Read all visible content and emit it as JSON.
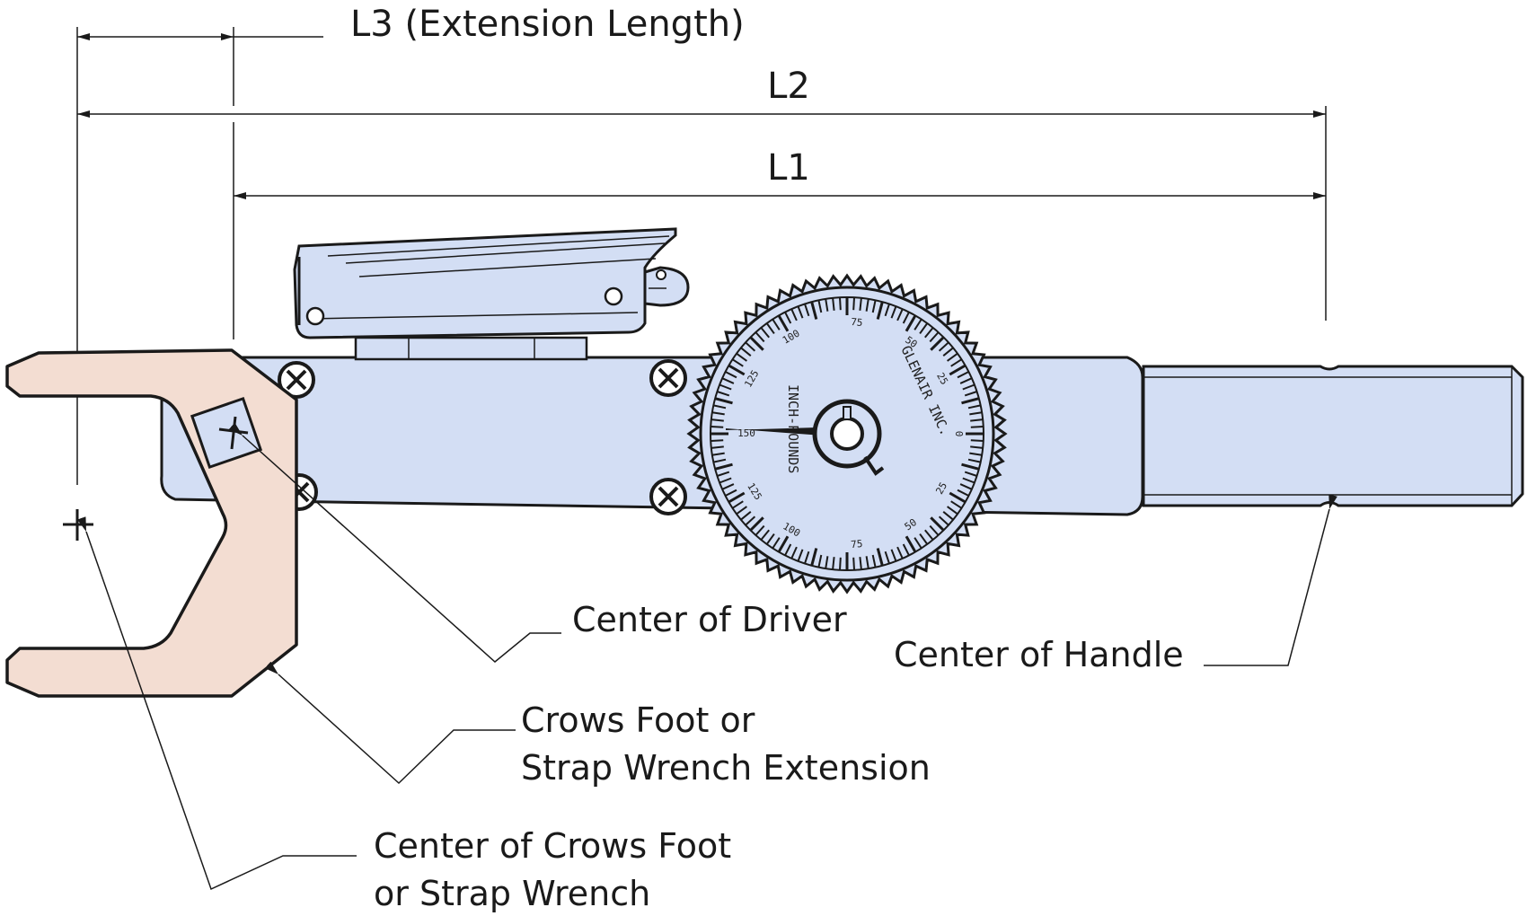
{
  "dimensions": {
    "l3": "L3 (Extension Length)",
    "l2": "L2",
    "l1": "L1"
  },
  "callouts": {
    "center_of_driver": "Center of Driver",
    "center_of_handle": "Center of Handle",
    "crows_foot_line1": "Crows Foot or",
    "crows_foot_line2": "Strap Wrench Extension",
    "center_crows_line1": "Center of Crows Foot",
    "center_crows_line2": "or Strap Wrench"
  },
  "dial": {
    "brand": "GLENAIR INC.",
    "units": "INCH-POUNDS",
    "scale_top": [
      "150",
      "125",
      "100",
      "75",
      "50",
      "25",
      "0"
    ],
    "scale_bottom": [
      "25",
      "50",
      "75",
      "100",
      "125"
    ]
  },
  "colors": {
    "wrench_body": "#d3def4",
    "crows_foot": "#f3ddd2",
    "outline": "#1a1a1a"
  }
}
